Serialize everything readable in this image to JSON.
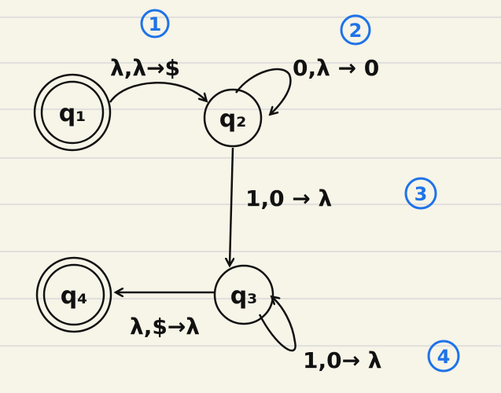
{
  "states": [
    {
      "id": "q1",
      "label": "q₁",
      "accepting": true
    },
    {
      "id": "q2",
      "label": "q₂",
      "accepting": false
    },
    {
      "id": "q3",
      "label": "q₃",
      "accepting": false
    },
    {
      "id": "q4",
      "label": "q₄",
      "accepting": true
    }
  ],
  "transitions": [
    {
      "id": "t1",
      "from": "q1",
      "to": "q2",
      "label": "λ,λ→$",
      "step": "1"
    },
    {
      "id": "t2",
      "from": "q2",
      "to": "q2",
      "label": "0,λ → 0",
      "step": "2"
    },
    {
      "id": "t3",
      "from": "q2",
      "to": "q3",
      "label": "1,0 → λ",
      "step": "3"
    },
    {
      "id": "t4",
      "from": "q3",
      "to": "q3",
      "label": "1,0→ λ",
      "step": "4"
    },
    {
      "id": "t5",
      "from": "q3",
      "to": "q4",
      "label": "λ,$→λ",
      "step": ""
    }
  ],
  "colors": {
    "background": "#f7f4e8",
    "ruled_line": "#d9d9d9",
    "ink": "#111111",
    "step_marker": "#1e73e8"
  }
}
